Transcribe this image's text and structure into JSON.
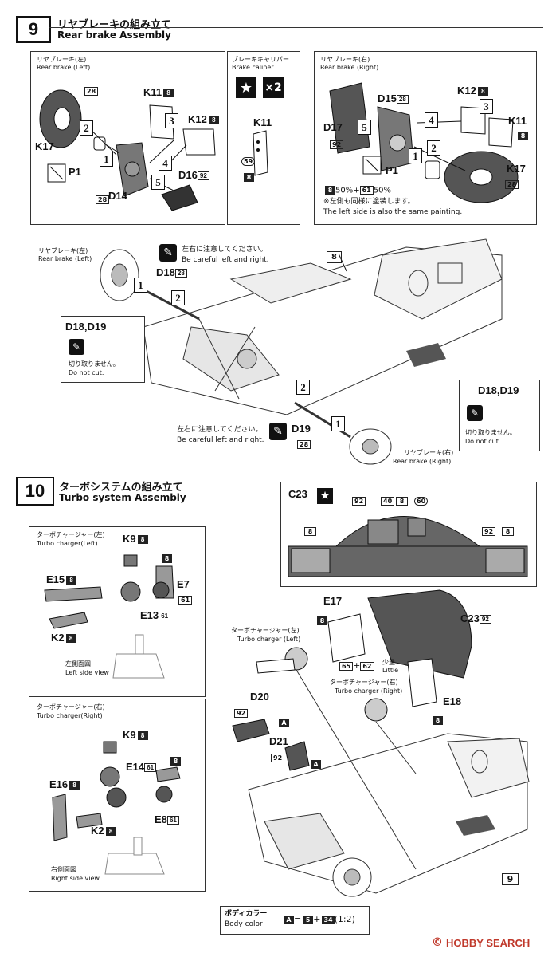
{
  "step9": {
    "number": "9",
    "title_jp": "リヤブレーキの組み立て",
    "title_en": "Rear brake Assembly",
    "left_panel": {
      "title_jp": "リヤブレーキ(左)",
      "title_en": "Rear brake (Left)",
      "parts": [
        "K17",
        "P1",
        "D14",
        "K11",
        "K12",
        "D16"
      ],
      "nums": {
        "k17": "28",
        "d14": "28",
        "k11": "8",
        "k12": "8",
        "d16": "92"
      }
    },
    "mid_panel": {
      "title_jp": "ブレーキキャリパー",
      "title_en": "Brake caliper",
      "qty": "×2",
      "part": "K11",
      "num": "8",
      "num2": "59"
    },
    "right_panel": {
      "title_jp": "リヤブレーキ(右)",
      "title_en": "Rear brake (Right)",
      "parts": [
        "D15",
        "D17",
        "K12",
        "K11",
        "P1",
        "K17"
      ],
      "nums": {
        "d15": "28",
        "d17": "92",
        "k12": "8",
        "k11": "8",
        "k17": "28"
      },
      "paint_a": "8",
      "paint_a_pct": "50%+",
      "paint_b": "61",
      "paint_b_pct": "50%",
      "note_jp": "※左側も同様に塗装します。",
      "note_en": "The left side is also the same painting."
    },
    "lower": {
      "left_brake_jp": "リヤブレーキ(左)",
      "left_brake_en": "Rear brake (Left)",
      "right_brake_jp": "リヤブレーキ(右)",
      "right_brake_en": "Rear brake (Right)",
      "caution_jp": "左右に注意してください。",
      "caution_en": "Be careful left and right.",
      "part_d18": "D18",
      "part_d18_num": "28",
      "part_d19": "D19",
      "part_d19_num": "28",
      "chassis_num": "8",
      "box_title": "D18,D19",
      "nocut_jp": "切り取りません。",
      "nocut_en": "Do not cut."
    }
  },
  "step10": {
    "number": "10",
    "title_jp": "ターボシステムの組み立て",
    "title_en": "Turbo system Assembly",
    "c23_panel": {
      "label": "C23",
      "nums": [
        "8",
        "92",
        "40",
        "8",
        "60",
        "92",
        "8"
      ]
    },
    "turbo_left": {
      "title_jp": "ターボチャージャー(左)",
      "title_en": "Turbo charger(Left)",
      "k9": "K9",
      "k9_num": "8",
      "e15": "E15",
      "e15_num": "8",
      "e7": "E7",
      "e7_num": "61",
      "e13": "E13",
      "e13_num": "61",
      "k2": "K2",
      "k2_num": "8",
      "top_num": "8",
      "side_jp": "左側面図",
      "side_en": "Left side view"
    },
    "turbo_right": {
      "title_jp": "ターボチャージャー(右)",
      "title_en": "Turbo charger(Right)",
      "k9": "K9",
      "k9_num": "8",
      "e14": "E14",
      "e14_num": "61",
      "e16": "E16",
      "e16_num": "8",
      "e8": "E8",
      "e8_num": "61",
      "k2": "K2",
      "k2_num": "8",
      "top_num": "8",
      "side_jp": "右側面図",
      "side_en": "Right side view"
    },
    "main": {
      "e17": "E17",
      "e17_num": "8",
      "c23": "C23",
      "c23_num": "92",
      "mix_a": "65",
      "mix_b": "62",
      "little_jp": "少量",
      "little_en": "Little",
      "tl_jp": "ターボチャージャー(左)",
      "tl_en": "Turbo charger (Left)",
      "tr_jp": "ターボチャージャー(右)",
      "tr_en": "Turbo charger (Right)",
      "e18": "E18",
      "e18_num": "8",
      "d20": "D20",
      "d20_num": "92",
      "d20_code": "A",
      "d21": "D21",
      "d21_num": "92",
      "d21_code": "A",
      "step_ref": "9"
    },
    "body_color": {
      "jp": "ボディカラー",
      "en": "Body color",
      "code": "A",
      "eq": "=",
      "c1": "5",
      "plus": "+",
      "c2": "34",
      "ratio": "(1:2)"
    }
  },
  "watermark": {
    "text": "HOBBY SEARCH",
    "copyright": "©"
  }
}
